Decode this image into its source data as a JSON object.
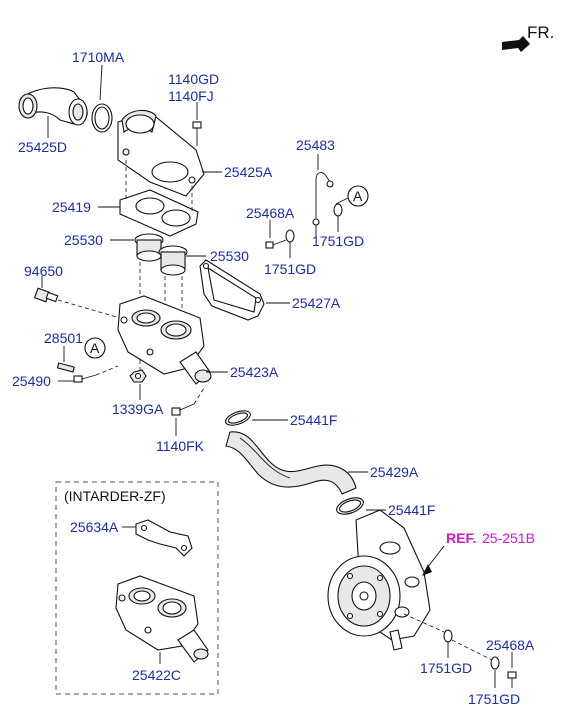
{
  "direction": {
    "label": "FR."
  },
  "reference": {
    "prefix": "REF.",
    "code": "25-251B",
    "color": "#d01ad0"
  },
  "marker": {
    "letter": "A"
  },
  "option_box": {
    "label": "(INTARDER-ZF)"
  },
  "parts": {
    "p1710MA": "1710MA",
    "p25425D": "25425D",
    "p1140GD": "1140GD",
    "p1140FJ": "1140FJ",
    "p25425A": "25425A",
    "p25483": "25483",
    "p25419": "25419",
    "p25468A_top": "25468A",
    "p1751GD_a": "1751GD",
    "p1751GD_b": "1751GD",
    "p25530_a": "25530",
    "p25530_b": "25530",
    "p94650": "94650",
    "p25427A": "25427A",
    "p28501": "28501",
    "p25490": "25490",
    "p25423A": "25423A",
    "p1339GA": "1339GA",
    "p1140FK": "1140FK",
    "p25441F_a": "25441F",
    "p25429A": "25429A",
    "p25441F_b": "25441F",
    "p25634A": "25634A",
    "p25422C": "25422C",
    "p25468A_bot": "25468A",
    "p1751GD_c": "1751GD",
    "p1751GD_d": "1751GD"
  },
  "colors": {
    "label": "#1c2ea8",
    "line": "#111111"
  }
}
